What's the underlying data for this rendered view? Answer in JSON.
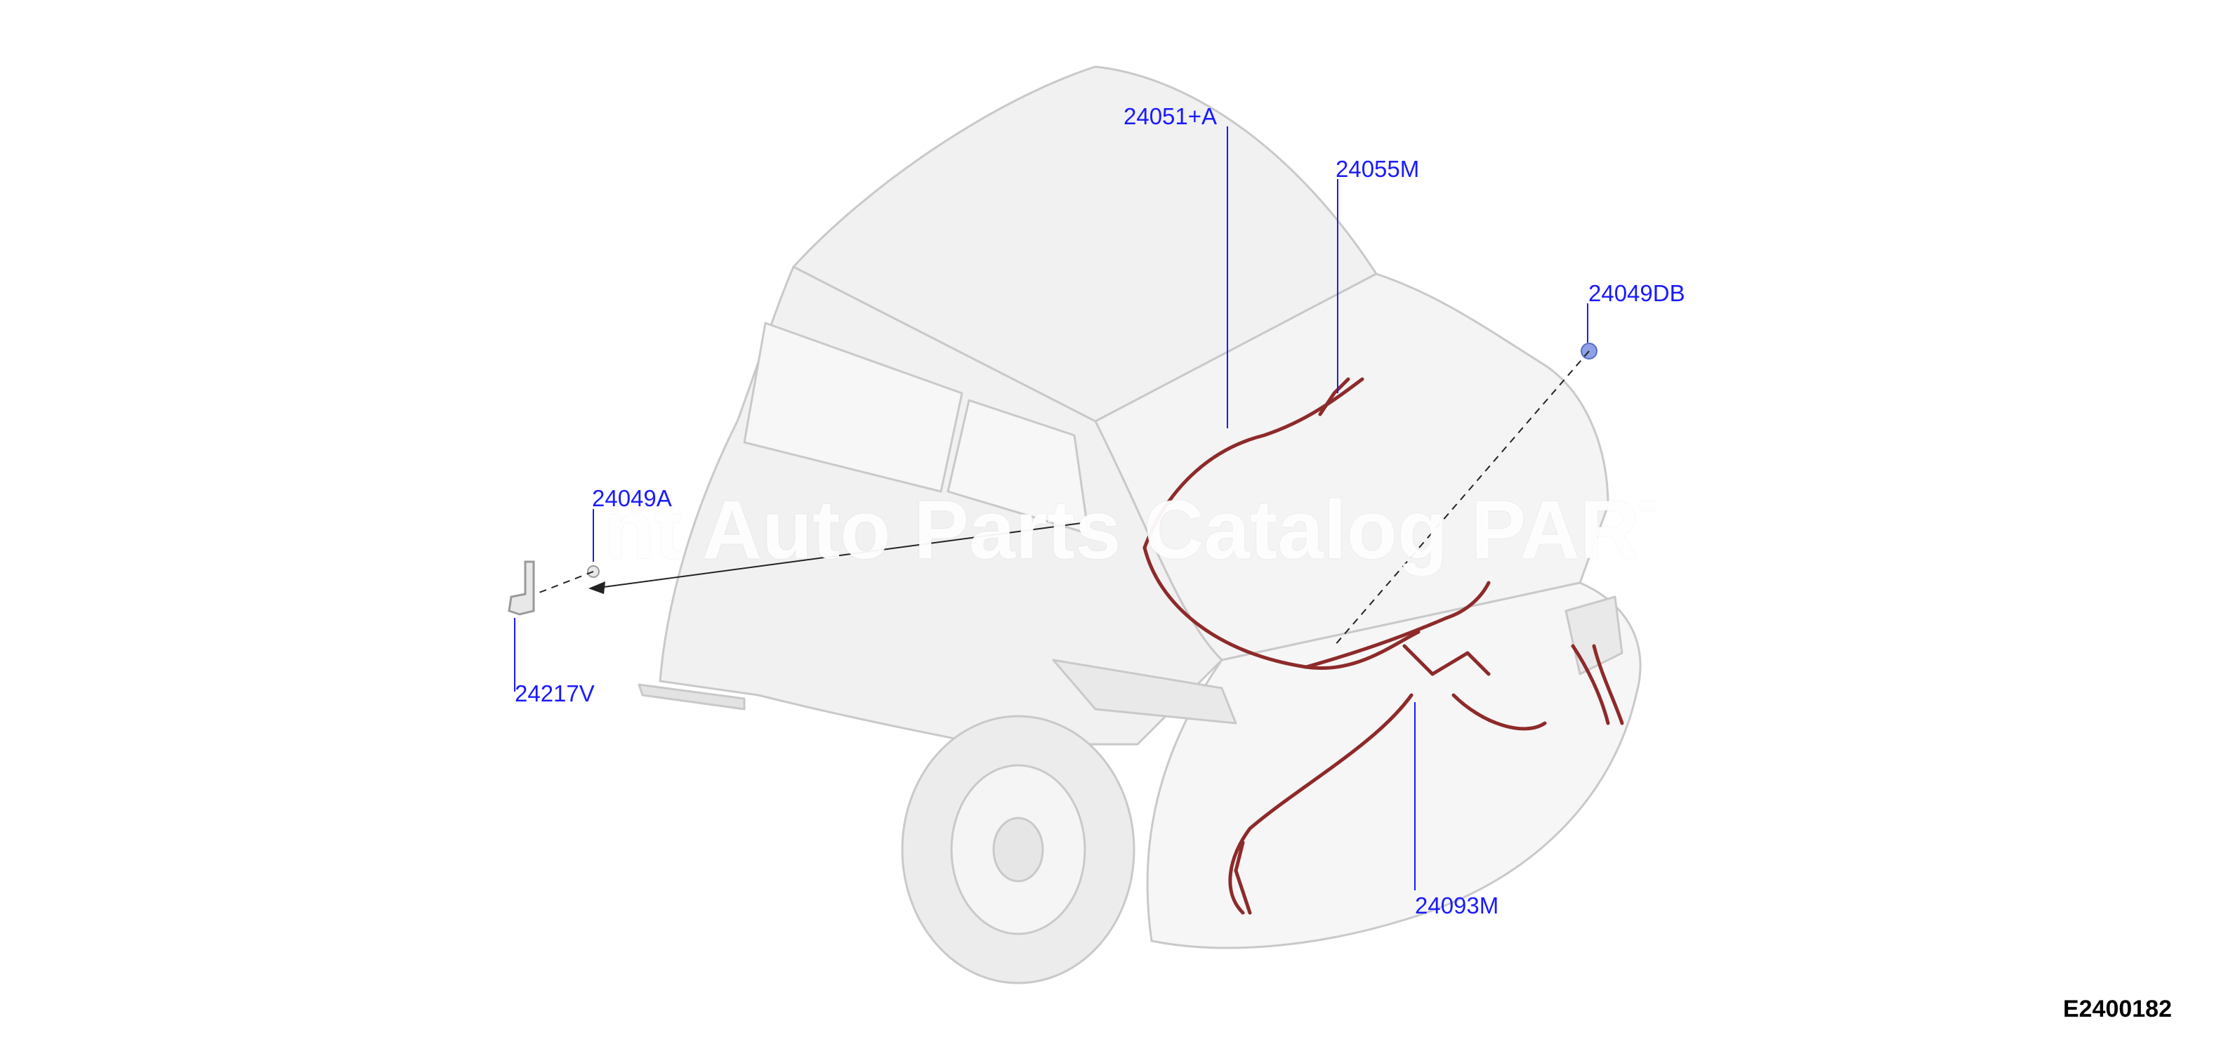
{
  "parts": [
    {
      "id": "harness-roof",
      "code": "24051+A"
    },
    {
      "id": "harness-stop-lamp",
      "code": "24055M"
    },
    {
      "id": "grommet-right",
      "code": "24049DB"
    },
    {
      "id": "grommet-left",
      "code": "24049A"
    },
    {
      "id": "clip-bracket",
      "code": "24217V"
    },
    {
      "id": "harness-rear-body",
      "code": "24093M"
    }
  ],
  "watermark": "nt Auto Parts Catalog PARTS",
  "diagram_code": "E2400182",
  "colors": {
    "label": "#1a1aff",
    "harness": "#8e2a2a",
    "body_outline": "#c8c8c8",
    "body_fill": "#efefef"
  }
}
